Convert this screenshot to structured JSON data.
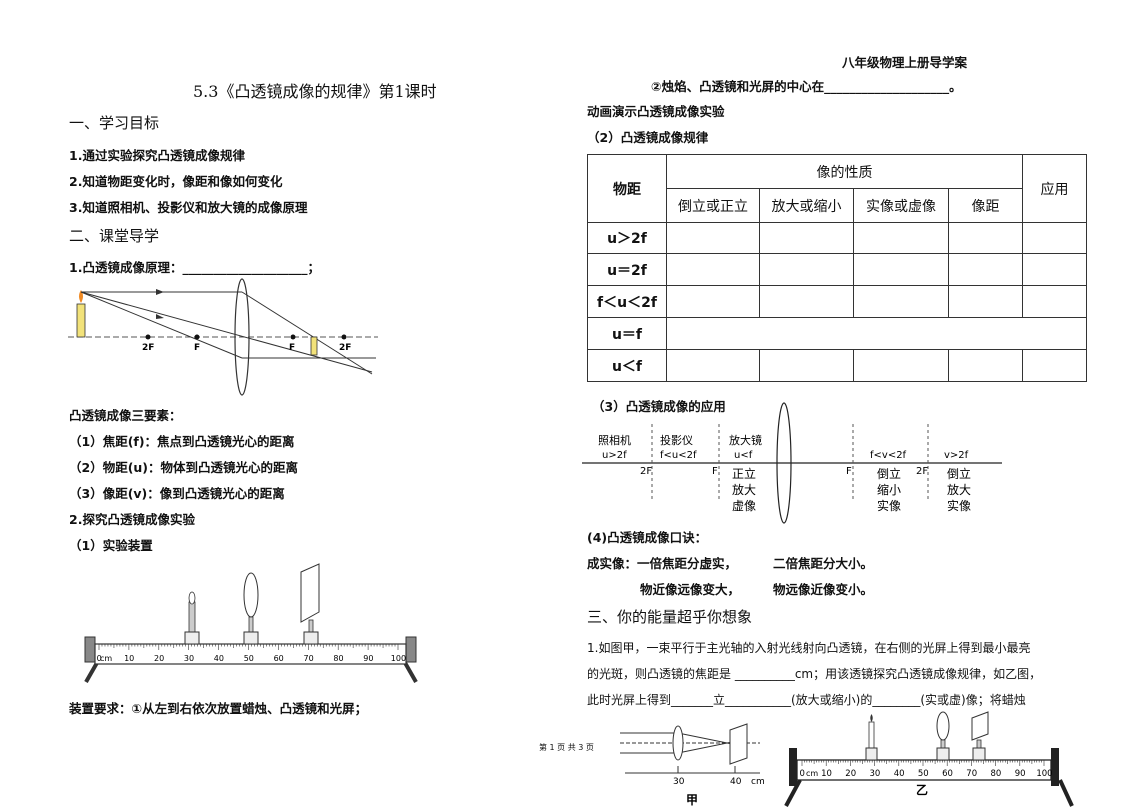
{
  "header": {
    "right_title": "八年级物理上册导学案"
  },
  "lesson_title": "5.3《凸透镜成像的规律》第1课时",
  "sections": {
    "goals": "一、学习目标",
    "guide": "二、课堂导学",
    "extra": "三、你的能量超乎你想象"
  },
  "goals": [
    "1.通过实验探究凸透镜成像规律",
    "2.知道物距变化时，像距和像如何变化",
    "3.知道照相机、投影仪和放大镜的成像原理"
  ],
  "principle": {
    "label": "1.凸透镜成像原理：",
    "blank": "____________________",
    "end": "；"
  },
  "diagram1": {
    "labels": [
      "2F",
      "F",
      "F",
      "2F"
    ]
  },
  "elements": {
    "title": "凸透镜成像三要素：",
    "items": [
      "（1）焦距(f)：焦点到凸透镜光心的距离",
      "（2）物距(u)：物体到凸透镜光心的距离",
      "（3）像距(v)：像到凸透镜光心的距离"
    ]
  },
  "experiment": {
    "title": "2.探究凸透镜成像实验",
    "setup": "（1）实验装置",
    "requirement": "装置要求：①从左到右依次放置蜡烛、凸透镜和光屏；",
    "center": "②烛焰、凸透镜和光屏的中心在",
    "center_blank": "____________________",
    "center_end": "。",
    "animation": "动画演示凸透镜成像实验",
    "rule_title": "（2）凸透镜成像规律"
  },
  "bench": {
    "ticks": [
      "0",
      "10",
      "20",
      "30",
      "40",
      "50",
      "60",
      "70",
      "80",
      "90",
      "100"
    ],
    "unit": "cm"
  },
  "table": {
    "col_object": "物距",
    "col_nature": "像的性质",
    "col_apply": "应用",
    "sub_cols": [
      "倒立或正立",
      "放大或缩小",
      "实像或虚像",
      "像距"
    ],
    "rows": [
      "u＞2f",
      "u＝2f",
      "f＜u＜2f",
      "u＝f",
      "u＜f"
    ]
  },
  "application": {
    "title": "（3）凸透镜成像的应用",
    "devices": [
      {
        "name": "照相机",
        "cond": "u>2f"
      },
      {
        "name": "投影仪",
        "cond": "f<u<2f"
      },
      {
        "name": "放大镜",
        "cond": "u<f"
      }
    ],
    "marks_left": [
      "2F",
      "F"
    ],
    "mark_right_f": "F",
    "mark_right_2f": "2F",
    "virtual_image": [
      "正立",
      "放大",
      "虚像"
    ],
    "right": [
      {
        "cond": "f<v<2f",
        "lines": [
          "倒立",
          "缩小",
          "实像"
        ]
      },
      {
        "cond": "v>2f",
        "lines": [
          "倒立",
          "放大",
          "实像"
        ]
      }
    ]
  },
  "mnemonic": {
    "title": "(4)凸透镜成像口诀：",
    "l1a": "成实像：一倍焦距分虚实，",
    "l1b": "二倍焦距分大小。",
    "l2a": "物近像远像变大，",
    "l2b": "物远像近像变小。"
  },
  "question1": {
    "line1": "1.如图甲，一束平行于主光轴的入射光线射向凸透镜，在右侧的光屏上得到最小最亮",
    "line2": "的光斑，则凸透镜的焦距是 __________cm；用该透镜探究凸透镜成像规律，如乙图，",
    "line3": "此时光屏上得到_______立___________(放大或缩小)的________(实或虚)像；将蜡烛"
  },
  "fig_jia": {
    "ticks": [
      "30",
      "40"
    ],
    "unit": "cm",
    "caption": "甲"
  },
  "fig_yi": {
    "ticks": [
      "0",
      "10",
      "20",
      "30",
      "40",
      "50",
      "60",
      "70",
      "80",
      "90",
      "100"
    ],
    "unit": "cm",
    "caption": "乙"
  },
  "footer": {
    "page": "第 1 页 共 3 页"
  }
}
